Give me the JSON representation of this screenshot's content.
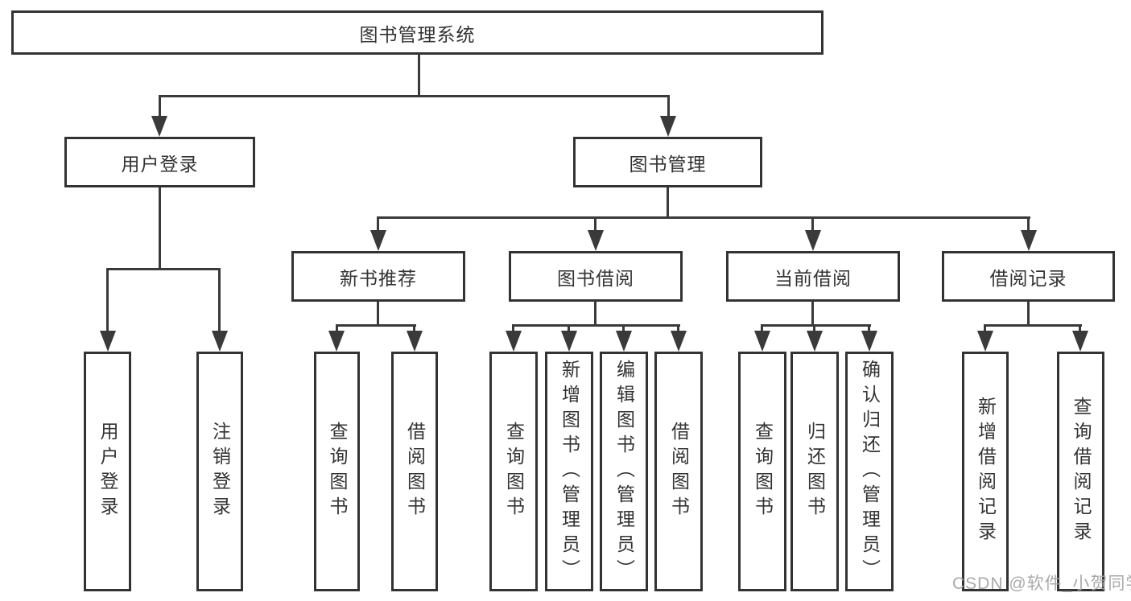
{
  "diagram": {
    "type": "hierarchy-tree",
    "root": {
      "id": "library-management-system",
      "label": "图书管理系统"
    },
    "level2": [
      {
        "id": "user-login",
        "label": "用户登录",
        "parent": "library-management-system"
      },
      {
        "id": "book-management",
        "label": "图书管理",
        "parent": "library-management-system"
      }
    ],
    "level3": [
      {
        "id": "new-book-recommend",
        "label": "新书推荐",
        "parent": "book-management"
      },
      {
        "id": "book-borrow",
        "label": "图书借阅",
        "parent": "book-management"
      },
      {
        "id": "current-borrow",
        "label": "当前借阅",
        "parent": "book-management"
      },
      {
        "id": "borrow-records",
        "label": "借阅记录",
        "parent": "book-management"
      }
    ],
    "leaves": [
      {
        "id": "leaf-user-login",
        "label": "用户登录",
        "parent": "user-login"
      },
      {
        "id": "leaf-logout",
        "label": "注销登录",
        "parent": "user-login"
      },
      {
        "id": "leaf-query-books-1",
        "label": "查询图书",
        "parent": "new-book-recommend"
      },
      {
        "id": "leaf-borrow-books-1",
        "label": "借阅图书",
        "parent": "new-book-recommend"
      },
      {
        "id": "leaf-query-books-2",
        "label": "查询图书",
        "parent": "book-borrow"
      },
      {
        "id": "leaf-add-books-admin",
        "label": "新增图书（管理员）",
        "parent": "book-borrow"
      },
      {
        "id": "leaf-edit-books-admin",
        "label": "编辑图书（管理员）",
        "parent": "book-borrow"
      },
      {
        "id": "leaf-borrow-books-2",
        "label": "借阅图书",
        "parent": "book-borrow"
      },
      {
        "id": "leaf-query-books-3",
        "label": "查询图书",
        "parent": "current-borrow"
      },
      {
        "id": "leaf-return-books",
        "label": "归还图书",
        "parent": "current-borrow"
      },
      {
        "id": "leaf-confirm-return-admin",
        "label": "确认归还（管理员）",
        "parent": "current-borrow"
      },
      {
        "id": "leaf-add-borrow-record",
        "label": "新增借阅记录",
        "parent": "borrow-records"
      },
      {
        "id": "leaf-query-borrow-record",
        "label": "查询借阅记录",
        "parent": "borrow-records"
      }
    ],
    "watermark": {
      "text": "CSDN @软件_小贺同学"
    },
    "colors": {
      "line": "#3a3a3a",
      "border": "#333333",
      "text": "#333333",
      "box_background": "#ffffff",
      "page_background": "#ffffff",
      "watermark": "#a5a5a5"
    }
  }
}
